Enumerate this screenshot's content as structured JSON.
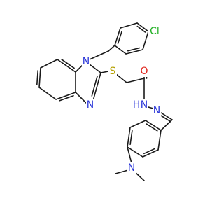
{
  "molecule": {
    "colors": {
      "carbon_bond": "#1a1a1a",
      "nitrogen": "#2a36d8",
      "oxygen": "#e0231b",
      "sulfur": "#b5a000",
      "chlorine": "#1fb021",
      "background": "#ffffff"
    },
    "atom_labels": {
      "cl": "Cl",
      "n1": "N",
      "n3": "N",
      "s": "S",
      "o": "O",
      "nh": "N",
      "h": "H",
      "n_imine": "N",
      "n_amine": "N"
    }
  }
}
